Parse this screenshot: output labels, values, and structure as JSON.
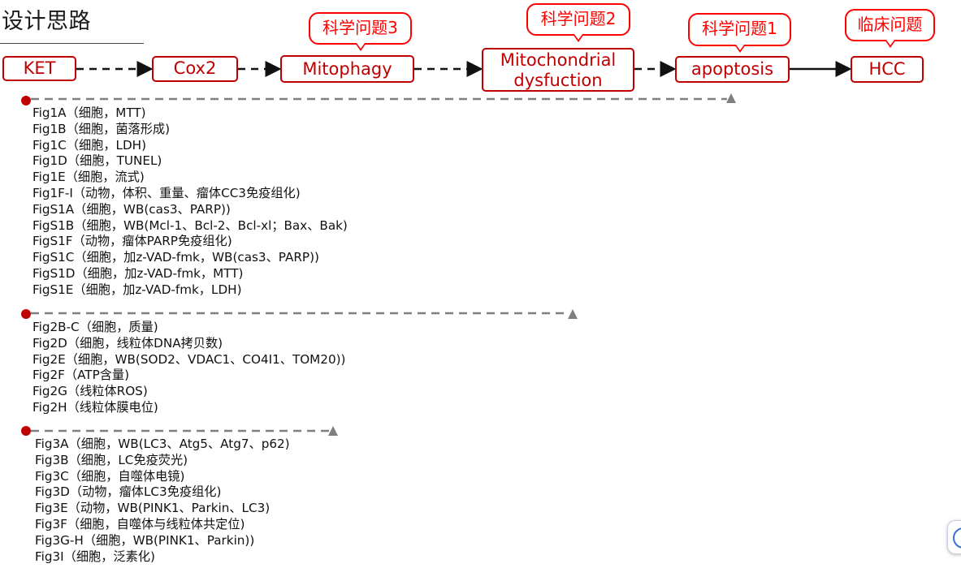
{
  "title": "设计思路",
  "nodes": {
    "ket": "KET",
    "cox2": "Cox2",
    "mitophagy": "Mitophagy",
    "mito_dys_line1": "Mitochondrial",
    "mito_dys_line2": "dysfuction",
    "apoptosis": "apoptosis",
    "hcc": "HCC"
  },
  "callouts": {
    "q3": "科学问题3",
    "q2": "科学问题2",
    "q1": "科学问题1",
    "clinical": "临床问题"
  },
  "colors": {
    "node_border": "#c00000",
    "callout_border": "#ff0000",
    "dashed_line": "#7f7f7f",
    "marker_dot": "#c00000"
  },
  "group1": [
    "Fig1A（细胞，MTT)",
    "Fig1B（细胞，菌落形成)",
    "Fig1C（细胞，LDH)",
    "Fig1D（细胞，TUNEL)",
    "Fig1E（细胞，流式)",
    "Fig1F-I（动物，体积、重量、瘤体CC3免疫组化)",
    "FigS1A（细胞，WB(cas3、PARP))",
    "FigS1B（细胞，WB(Mcl-1、Bcl-2、Bcl-xl；Bax、Bak)",
    "FigS1F（动物，瘤体PARP免疫组化)",
    "FigS1C（细胞，加z-VAD-fmk，WB(cas3、PARP))",
    "FigS1D（细胞，加z-VAD-fmk，MTT)",
    "FigS1E（细胞，加z-VAD-fmk，LDH)"
  ],
  "group2": [
    "Fig2B-C（细胞，质量)",
    "Fig2D（细胞，线粒体DNA拷贝数)",
    "Fig2E（细胞，WB(SOD2、VDAC1、CO4I1、TOM20))",
    "Fig2F（ATP含量)",
    "Fig2G（线粒体ROS)",
    "Fig2H（线粒体膜电位)"
  ],
  "group3": [
    "Fig3A（细胞，WB(LC3、Atg5、Atg7、p62)",
    "Fig3B（细胞，LC免疫荧光)",
    "Fig3C（细胞，自噬体电镜)",
    "Fig3D（动物，瘤体LC3免疫组化)",
    "Fig3E（动物，WB(PINK1、Parkin、LC3)",
    "Fig3F（细胞，自噬体与线粒体共定位)",
    "Fig3G-H（细胞，WB(PINK1、Parkin))",
    "Fig3I（细胞，泛素化)"
  ]
}
